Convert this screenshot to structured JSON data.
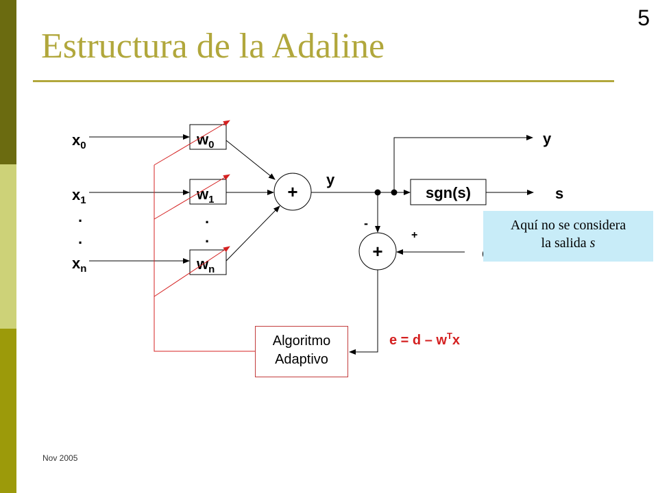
{
  "slide": {
    "number": "5",
    "title": "Estructura de la Adaline",
    "footer": "Nov 2005"
  },
  "diagram": {
    "inputs": [
      {
        "base": "x",
        "sub": "0"
      },
      {
        "base": "x",
        "sub": "1"
      },
      {
        "base": "x",
        "sub": "n"
      }
    ],
    "weights": [
      {
        "base": "w",
        "sub": "0"
      },
      {
        "base": "w",
        "sub": "1"
      },
      {
        "base": "w",
        "sub": "n"
      }
    ],
    "dots": ".",
    "sum_symbol": "+",
    "compare_symbol": "+",
    "minus_sign": "-",
    "plus_sign": "+",
    "linear_output_label": "y",
    "top_output_label": "y",
    "sgn_label": "sgn(s)",
    "binary_output_label": "s",
    "desired_label": "d",
    "error_equation": {
      "prefix": "e = d – w",
      "sup": "T",
      "suffix": "x"
    },
    "algorithm_line1": "Algoritmo",
    "algorithm_line2": "Adaptivo",
    "note_line1": "Aquí no se considera",
    "note_line2_text": "la salida ",
    "note_line2_var": "s",
    "colors": {
      "adaptation_lines": "#d42020",
      "algo_border": "#c23b3b",
      "title": "#b1a73c",
      "note_bg": "#c8ecf8"
    }
  }
}
